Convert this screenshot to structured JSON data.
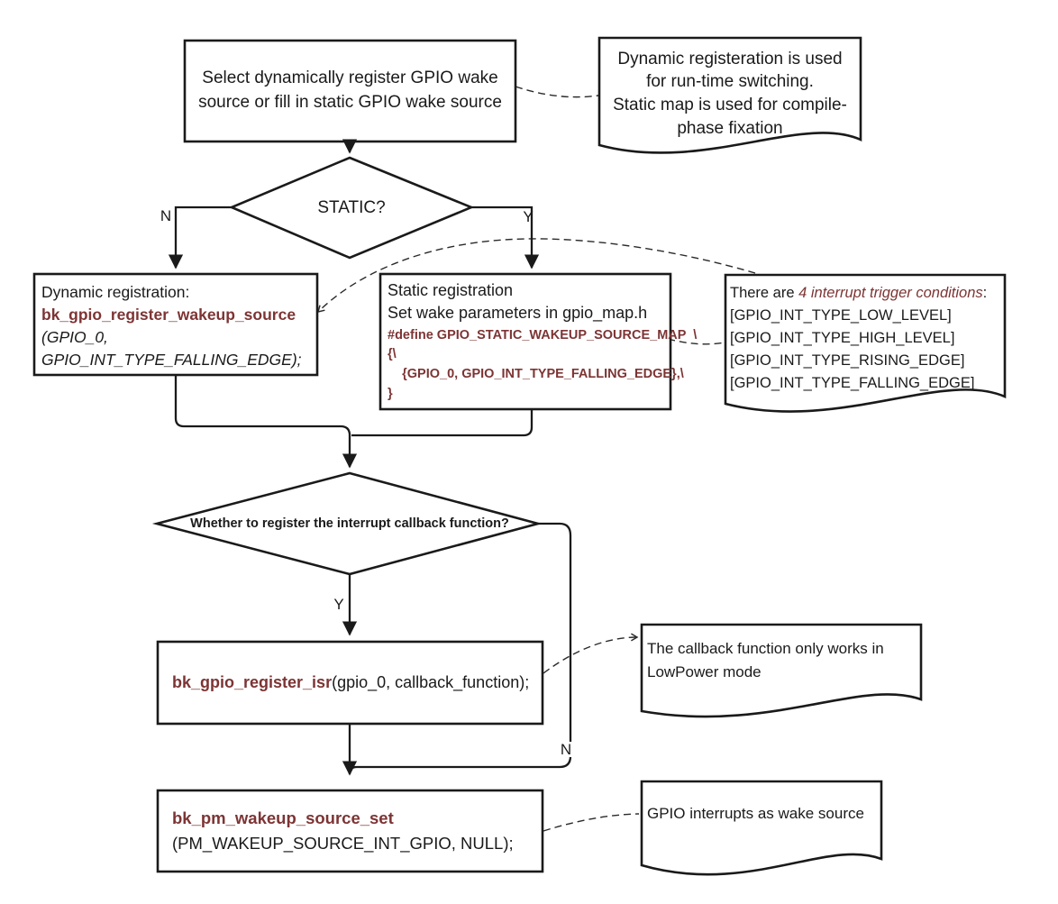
{
  "colors": {
    "line": "#1a1a1a",
    "code_accent": "#7d3434"
  },
  "nodes": {
    "start": {
      "text": "Select dynamically register GPIO wake\nsource or fill in static GPIO wake source"
    },
    "decision_static": {
      "label": "STATIC?",
      "no_label": "N",
      "yes_label": "Y"
    },
    "dynamic_box": {
      "title": "Dynamic registration:",
      "func": "bk_gpio_register_wakeup_source",
      "arg_line1": "(GPIO_0,",
      "arg_line2": "GPIO_INT_TYPE_FALLING_EDGE);"
    },
    "static_box": {
      "title": "Static registration\nSet wake parameters in gpio_map.h",
      "code": "#define GPIO_STATIC_WAKEUP_SOURCE_MAP  \\\n{\\\n    {GPIO_0, GPIO_INT_TYPE_FALLING_EDGE},\\\n}"
    },
    "decision_callback": {
      "label": "Whether to register the interrupt callback function?",
      "yes_label": "Y",
      "no_label": "N"
    },
    "isr_box": {
      "func": "bk_gpio_register_isr",
      "rest": "(gpio_0, callback_function);"
    },
    "pm_box": {
      "func": "bk_pm_wakeup_source_set",
      "rest": "(PM_WAKEUP_SOURCE_INT_GPIO, NULL);"
    }
  },
  "callouts": {
    "top": {
      "text": "Dynamic registeration is used\nfor run-time switching.\nStatic map is used for compile-\nphase fixation"
    },
    "trigger": {
      "prefix": "There are ",
      "highlight": "4 interrupt trigger conditions",
      "suffix": ":",
      "items": [
        "[GPIO_INT_TYPE_LOW_LEVEL]",
        "[GPIO_INT_TYPE_HIGH_LEVEL]",
        "[GPIO_INT_TYPE_RISING_EDGE]",
        "[GPIO_INT_TYPE_FALLING_EDGE]"
      ]
    },
    "callback": {
      "text": "The callback function only works in\nLowPower mode"
    },
    "wake": {
      "text": "GPIO interrupts as wake source"
    }
  }
}
